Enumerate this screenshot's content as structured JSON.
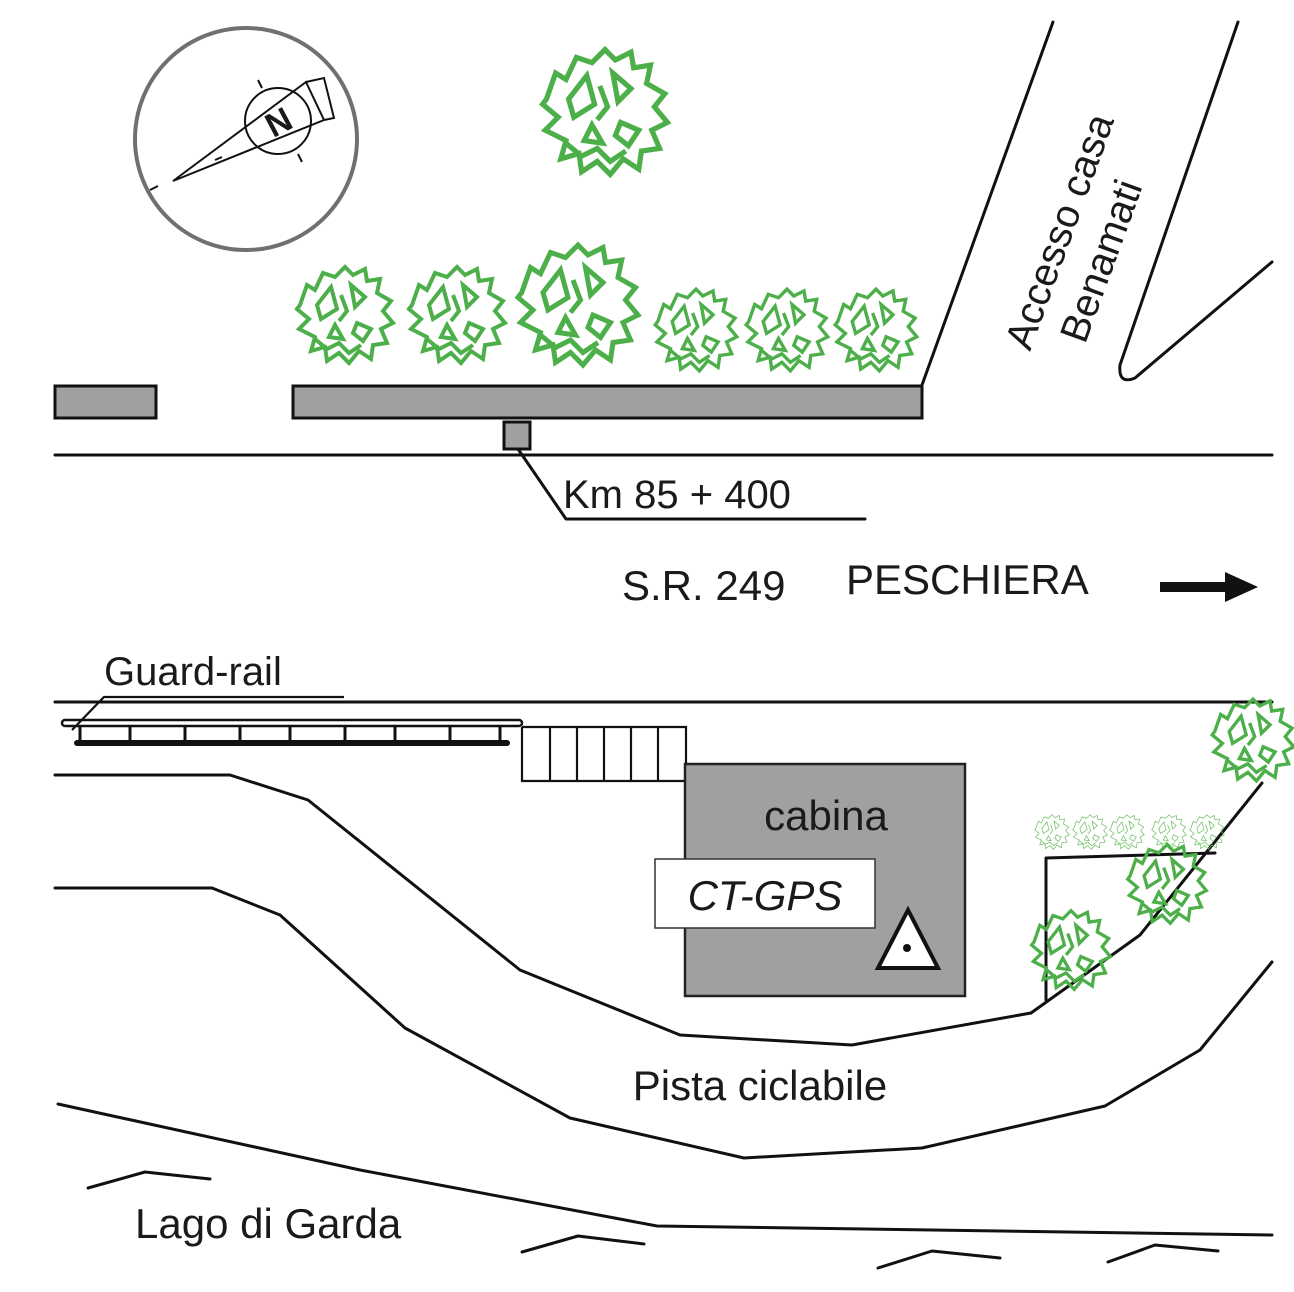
{
  "diagram": {
    "title": "Site sketch - CT-GPS station",
    "colors": {
      "line": "#111111",
      "building_fill": "#a0a0a0",
      "tree_green": "#4daf4a",
      "compass_ring": "#707070",
      "label_box_fill": "#ffffff"
    },
    "compass": {
      "label": "N",
      "icon": "north-arrow-icon"
    },
    "labels": {
      "access_line1": "Accesso casa",
      "access_line2": "Benamati",
      "km_marker": "Km 85 + 400",
      "road_name": "S.R. 249",
      "direction": "PESCHIERA",
      "direction_arrow": "right-arrow-icon",
      "guard_rail": "Guard-rail",
      "cabin": "cabina",
      "station": "CT-GPS",
      "station_symbol": "triangle-benchmark-icon",
      "bike_path": "Pista ciclabile",
      "lake": "Lago di Garda"
    },
    "trees": {
      "top_row_count": 6,
      "upper_single_count": 1,
      "right_cluster_large_count": 3,
      "right_cluster_small_count": 5
    }
  }
}
